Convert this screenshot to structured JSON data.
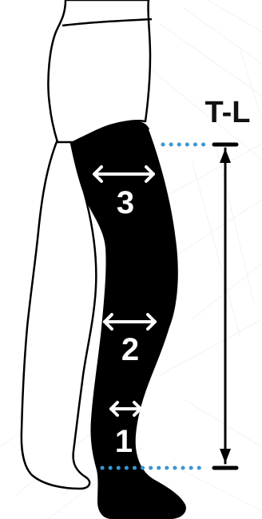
{
  "title": "T-L",
  "measurements": [
    {
      "label": "1"
    },
    {
      "label": "2"
    },
    {
      "label": "3"
    }
  ],
  "colors": {
    "stocking": "#000000",
    "outline": "#000000",
    "dots": "#3a97d4",
    "background": "#ffffff"
  },
  "icons": [
    "leg-outline-icon",
    "stocking-icon",
    "double-arrow-icon",
    "vertical-double-arrow-icon"
  ]
}
